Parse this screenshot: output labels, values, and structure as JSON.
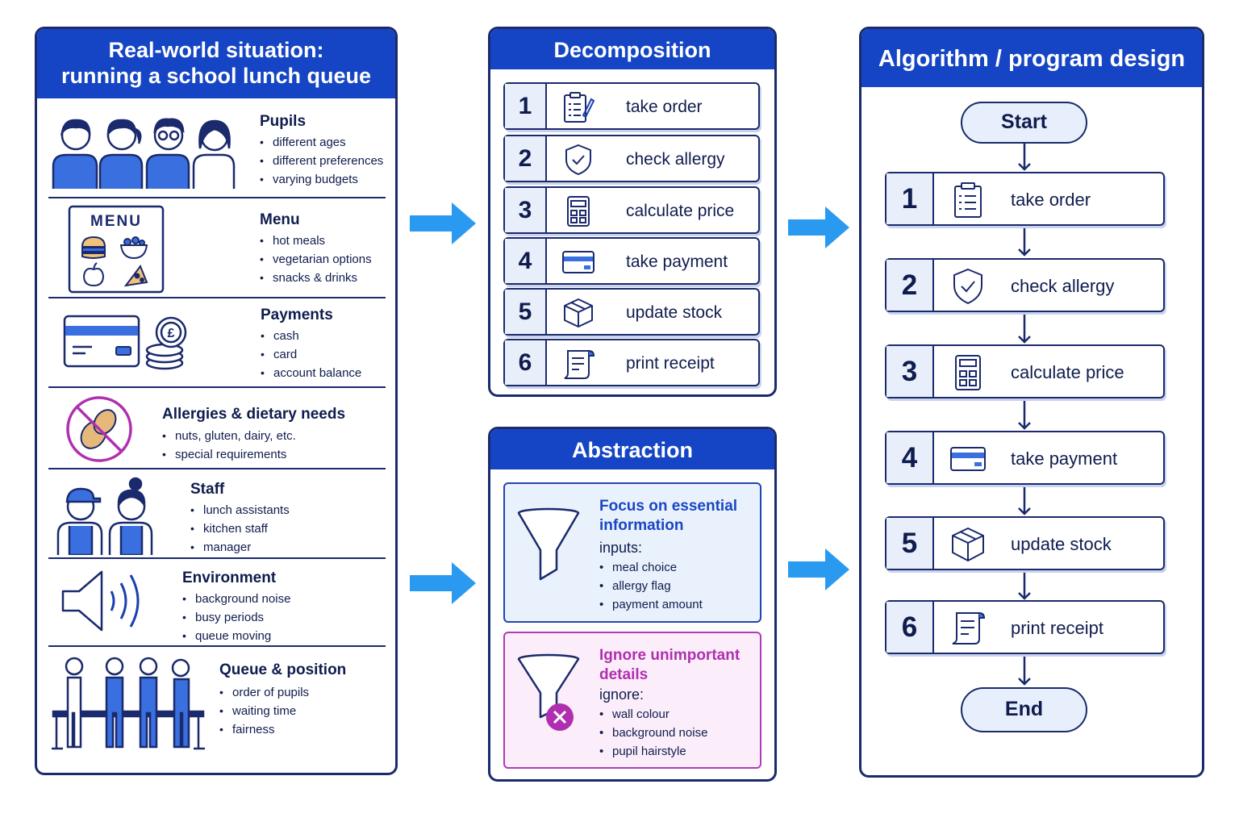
{
  "left_panel": {
    "title_line1": "Real-world situation:",
    "title_line2": "running a school lunch queue",
    "sections": [
      {
        "title": "Pupils",
        "items": [
          "different ages",
          "different preferences",
          "varying budgets"
        ]
      },
      {
        "title": "Menu",
        "items": [
          "hot meals",
          "vegetarian options",
          "snacks & drinks"
        ],
        "icon_text": "MENU"
      },
      {
        "title": "Payments",
        "items": [
          "cash",
          "card",
          "account balance"
        ]
      },
      {
        "title": "Allergies & dietary needs",
        "items": [
          "nuts, gluten, dairy, etc.",
          "special requirements"
        ]
      },
      {
        "title": "Staff",
        "items": [
          "lunch assistants",
          "kitchen staff",
          "manager"
        ]
      },
      {
        "title": "Environment",
        "items": [
          "background noise",
          "busy periods",
          "queue moving"
        ]
      },
      {
        "title": "Queue & position",
        "items": [
          "order of pupils",
          "waiting time",
          "fairness"
        ]
      }
    ]
  },
  "decomposition": {
    "title": "Decomposition",
    "steps": [
      {
        "num": "1",
        "label": "take order",
        "icon": "clipboard-icon"
      },
      {
        "num": "2",
        "label": "check allergy",
        "icon": "shield-check-icon"
      },
      {
        "num": "3",
        "label": "calculate price",
        "icon": "calculator-icon"
      },
      {
        "num": "4",
        "label": "take payment",
        "icon": "card-icon"
      },
      {
        "num": "5",
        "label": "update stock",
        "icon": "box-icon"
      },
      {
        "num": "6",
        "label": "print receipt",
        "icon": "receipt-icon"
      }
    ]
  },
  "abstraction": {
    "title": "Abstraction",
    "keep": {
      "heading": "Focus on essential information",
      "sub": "inputs:",
      "items": [
        "meal choice",
        "allergy flag",
        "payment amount"
      ]
    },
    "ignore": {
      "heading": "Ignore unimportant details",
      "sub": "ignore:",
      "items": [
        "wall colour",
        "background noise",
        "pupil hairstyle"
      ]
    }
  },
  "algorithm": {
    "title": "Algorithm / program design",
    "start": "Start",
    "end": "End",
    "steps": [
      {
        "num": "1",
        "label": "take order"
      },
      {
        "num": "2",
        "label": "check allergy"
      },
      {
        "num": "3",
        "label": "calculate price"
      },
      {
        "num": "4",
        "label": "take payment"
      },
      {
        "num": "5",
        "label": "update stock"
      },
      {
        "num": "6",
        "label": "print receipt"
      }
    ]
  },
  "colors": {
    "header_blue": "#1545c4",
    "arrow_blue": "#2a9af0",
    "outline_navy": "#1a2a6c",
    "ignore_purple": "#b02fb0"
  }
}
